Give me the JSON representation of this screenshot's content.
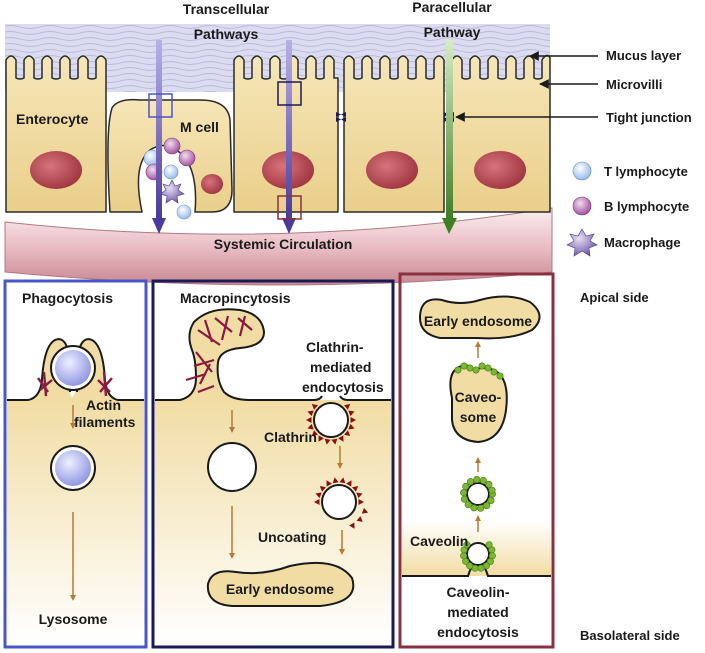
{
  "top_labels": {
    "transcellular_line1": "Transcellular",
    "transcellular_line2": "Pathways",
    "paracellular_line1": "Paracellular",
    "paracellular_line2": "Pathway"
  },
  "right_labels": {
    "mucus": "Mucus layer",
    "microvilli": "Microvilli",
    "tight_junction": "Tight junction"
  },
  "cell_labels": {
    "enterocyte": "Enterocyte",
    "m_cell": "M cell",
    "circulation": "Systemic Circulation"
  },
  "legend": {
    "t_cell": "T lymphocyte",
    "b_cell": "B lymphocyte",
    "macrophage": "Macrophage"
  },
  "side_labels": {
    "apical": "Apical side",
    "basolateral": "Basolateral side"
  },
  "panel_left": {
    "title": "Phagocytosis",
    "actin_line1": "Actin",
    "actin_line2": "filaments",
    "end": "Lysosome"
  },
  "panel_middle": {
    "title": "Macropincytosis",
    "clathrin_line1": "Clathrin-",
    "clathrin_line2": "mediated",
    "clathrin_line3": "endocytosis",
    "clathrin": "Clathrin",
    "uncoating": "Uncoating",
    "end": "Early endosome"
  },
  "panel_right": {
    "top": "Early endosome",
    "caveosome_line1": "Caveo-",
    "caveosome_line2": "some",
    "caveolin": "Caveolin",
    "mediated_line1": "Caveolin-",
    "mediated_line2": "mediated",
    "mediated_line3": "endocytosis"
  },
  "colors": {
    "cell_fill": "#f2dea2",
    "cell_stroke": "#2a2a2a",
    "nucleus": "#b5454e",
    "left_box": "#4a55c8",
    "middle_box": "#1a1a55",
    "right_box": "#8a3040",
    "arrow_brown": "#b57a35",
    "arrow_purple": "#6a55b0",
    "arrow_green": "#4a8a2a",
    "actin": "#8a1a40",
    "clathrin": "#8a1010",
    "caveolin": "#7ab830"
  }
}
